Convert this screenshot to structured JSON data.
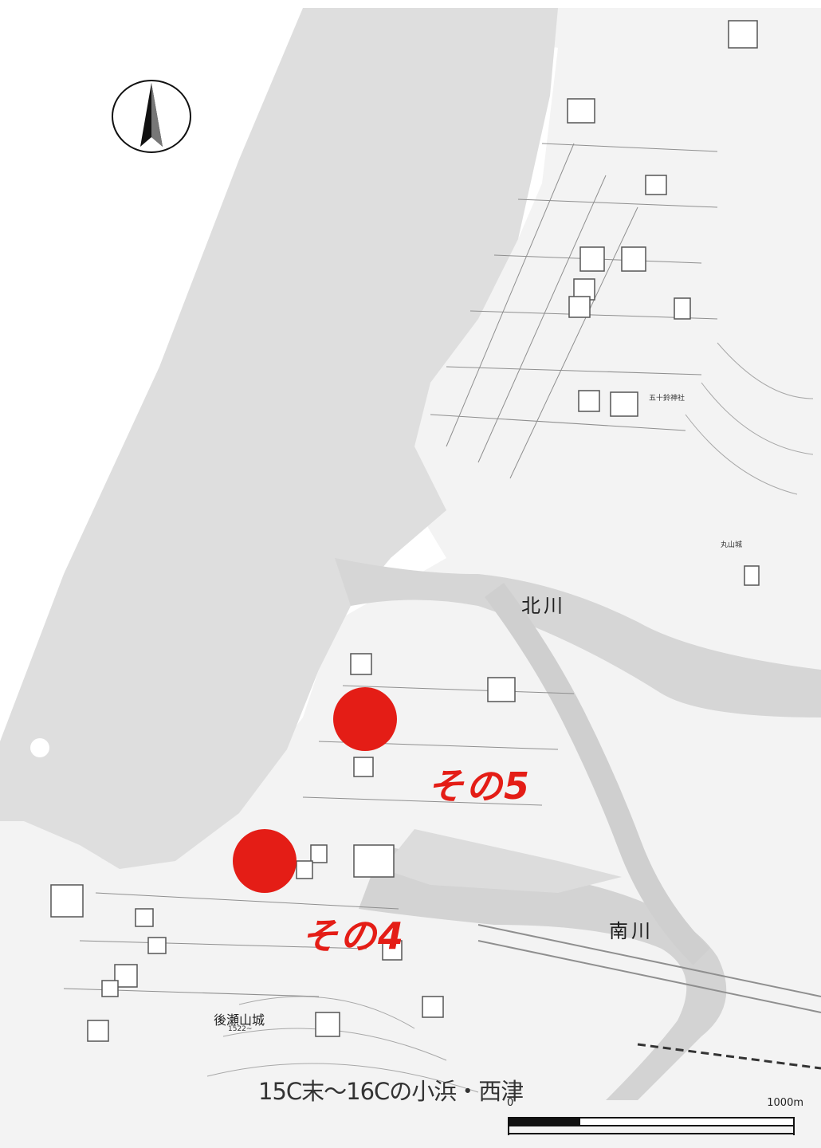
{
  "map": {
    "title": "15C末～16Cの小浜・西津",
    "rivers": {
      "north": "北川",
      "south": "南川"
    },
    "castle": {
      "name": "後瀬山城",
      "year": "1522~"
    },
    "hill": {
      "name": "丸山城"
    },
    "shrine": "五十鈴神社",
    "scale": {
      "start": "0",
      "end": "1000m"
    },
    "north_arrow": "north-arrow",
    "markers": [
      {
        "label": "その5",
        "color": "#e41d16"
      },
      {
        "label": "その4",
        "color": "#e41d16"
      }
    ],
    "colors": {
      "water": "#dcdcdc",
      "land": "#f7f7f7",
      "marker": "#e41d16"
    }
  }
}
